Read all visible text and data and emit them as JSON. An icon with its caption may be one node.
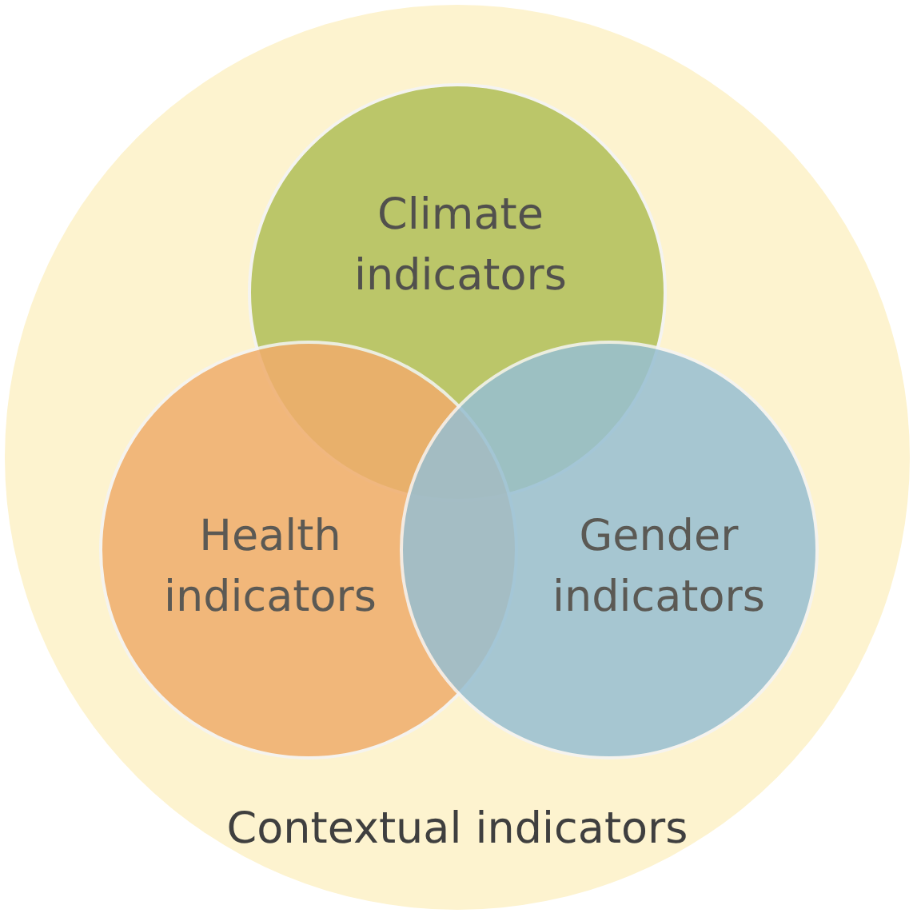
{
  "diagram": {
    "nodes": [
      {
        "text": [
          "Contextual indicators"
        ]
      },
      {
        "text": [
          "Climate indicators"
        ],
        "in": 0
      },
      {
        "text": [
          "Health indicators"
        ],
        "in": 0
      },
      {
        "text": [
          "Gender indicators"
        ],
        "in": 0
      }
    ]
  }
}
